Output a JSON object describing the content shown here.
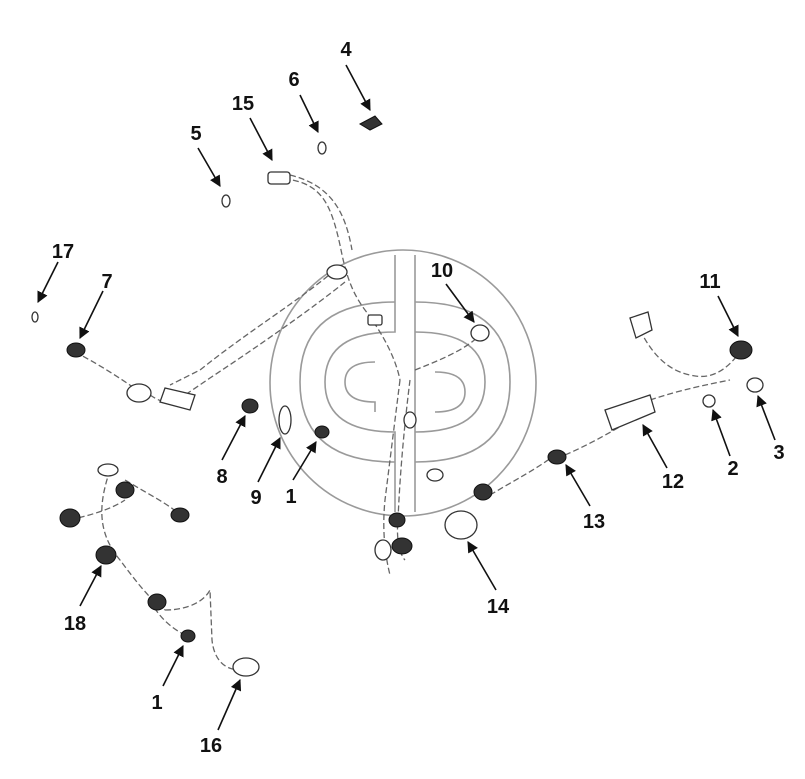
{
  "diagram": {
    "type": "exploded parts diagram",
    "callouts": [
      {
        "id": "c4",
        "label": "4"
      },
      {
        "id": "c15",
        "label": "15"
      },
      {
        "id": "c6",
        "label": "6"
      },
      {
        "id": "c5",
        "label": "5"
      },
      {
        "id": "c17",
        "label": "17"
      },
      {
        "id": "c7",
        "label": "7"
      },
      {
        "id": "c10",
        "label": "10"
      },
      {
        "id": "c11",
        "label": "11"
      },
      {
        "id": "c8",
        "label": "8"
      },
      {
        "id": "c9",
        "label": "9"
      },
      {
        "id": "c1a",
        "label": "1"
      },
      {
        "id": "c2",
        "label": "2"
      },
      {
        "id": "c3",
        "label": "3"
      },
      {
        "id": "c12",
        "label": "12"
      },
      {
        "id": "c13",
        "label": "13"
      },
      {
        "id": "c14",
        "label": "14"
      },
      {
        "id": "c18",
        "label": "18"
      },
      {
        "id": "c1b",
        "label": "1"
      },
      {
        "id": "c16",
        "label": "16"
      }
    ]
  },
  "watermark": {
    "name": "gp-logo-watermark",
    "color": "#9a9a9a"
  }
}
